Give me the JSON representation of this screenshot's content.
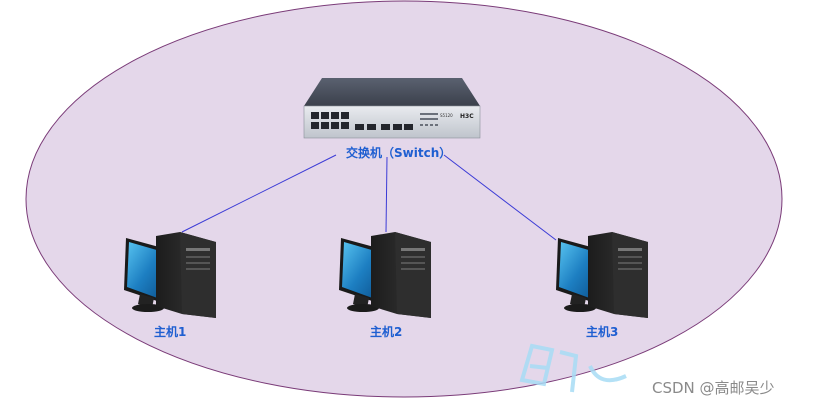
{
  "switch": {
    "label": "交换机（Switch）",
    "brand": "H3C",
    "model": "S5120"
  },
  "hosts": [
    {
      "label": "主机1"
    },
    {
      "label": "主机2"
    },
    {
      "label": "主机3"
    }
  ],
  "watermark": {
    "text": "CSDN @高邮吴少"
  },
  "colors": {
    "lan_fill": "#e4d7ea",
    "lan_border": "#7a3b78",
    "link": "#3b3bd6",
    "label": "#1f5fd1"
  }
}
